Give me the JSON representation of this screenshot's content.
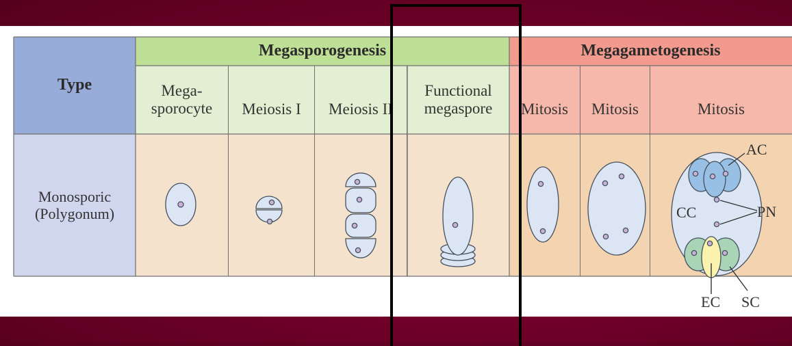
{
  "header": {
    "type_label": "Type",
    "megasporogenesis_label": "Megasporogenesis",
    "megagametogenesis_label": "Megagametogenesis"
  },
  "stages": {
    "megasporocyte_line1": "Mega-",
    "megasporocyte_line2": "sporocyte",
    "meiosis1": "Meiosis I",
    "meiosis2": "Meiosis II",
    "functional_line1": "Functional",
    "functional_line2": "megaspore",
    "mitosis_a": "Mitosis",
    "mitosis_b": "Mitosis",
    "mitosis_c": "Mitosis"
  },
  "row": {
    "type_line1": "Monosporic",
    "type_line2": "(Polygonum)"
  },
  "annotations": {
    "ac": "AC",
    "cc": "CC",
    "pn": "PN",
    "ec": "EC",
    "sc": "SC"
  },
  "colors": {
    "type_header": "#97acd8",
    "type_row": "#cfd6ee",
    "green_band": "#bedf96",
    "green_cell": "#e2efd2",
    "pink_band": "#f39a8e",
    "pink_cell": "#f6b8aa",
    "cell_tan": "#f5e2cc",
    "cell_peach": "#f4d3b1",
    "cell_fill": "#dbe5f4",
    "nucleus": "#c8b2d6",
    "antipodal": "#97c0e4",
    "synergid": "#a9d5b6",
    "egg": "#fbf2ad",
    "background": "#6d0027"
  }
}
